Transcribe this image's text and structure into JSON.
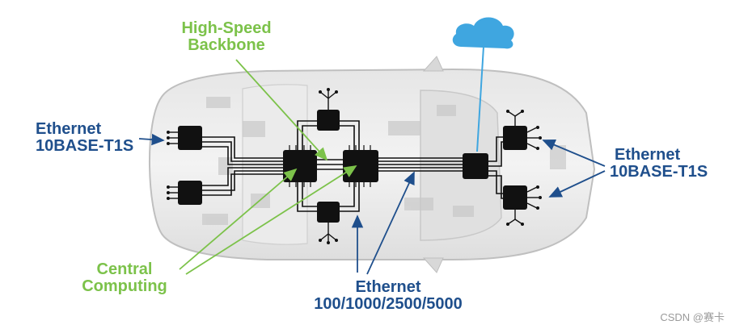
{
  "labels": {
    "eth_t1s_left_line1": "Ethernet",
    "eth_t1s_left_line2": "10BASE-T1S",
    "eth_t1s_right_line1": "Ethernet",
    "eth_t1s_right_line2": "10BASE-T1S",
    "backbone_line1": "High-Speed",
    "backbone_line2": "Backbone",
    "central_line1": "Central",
    "central_line2": "Computing",
    "eth_multi_line1": "Ethernet",
    "eth_multi_line2": "100/1000/2500/5000"
  },
  "watermark": "CSDN @赛卡",
  "colors": {
    "navy": "#1f4f8c",
    "green": "#7cc24a",
    "cloud": "#3fa6e0",
    "chip": "#111111"
  },
  "icons": {
    "cloud": "cloud-icon",
    "chip": "chip-icon"
  }
}
